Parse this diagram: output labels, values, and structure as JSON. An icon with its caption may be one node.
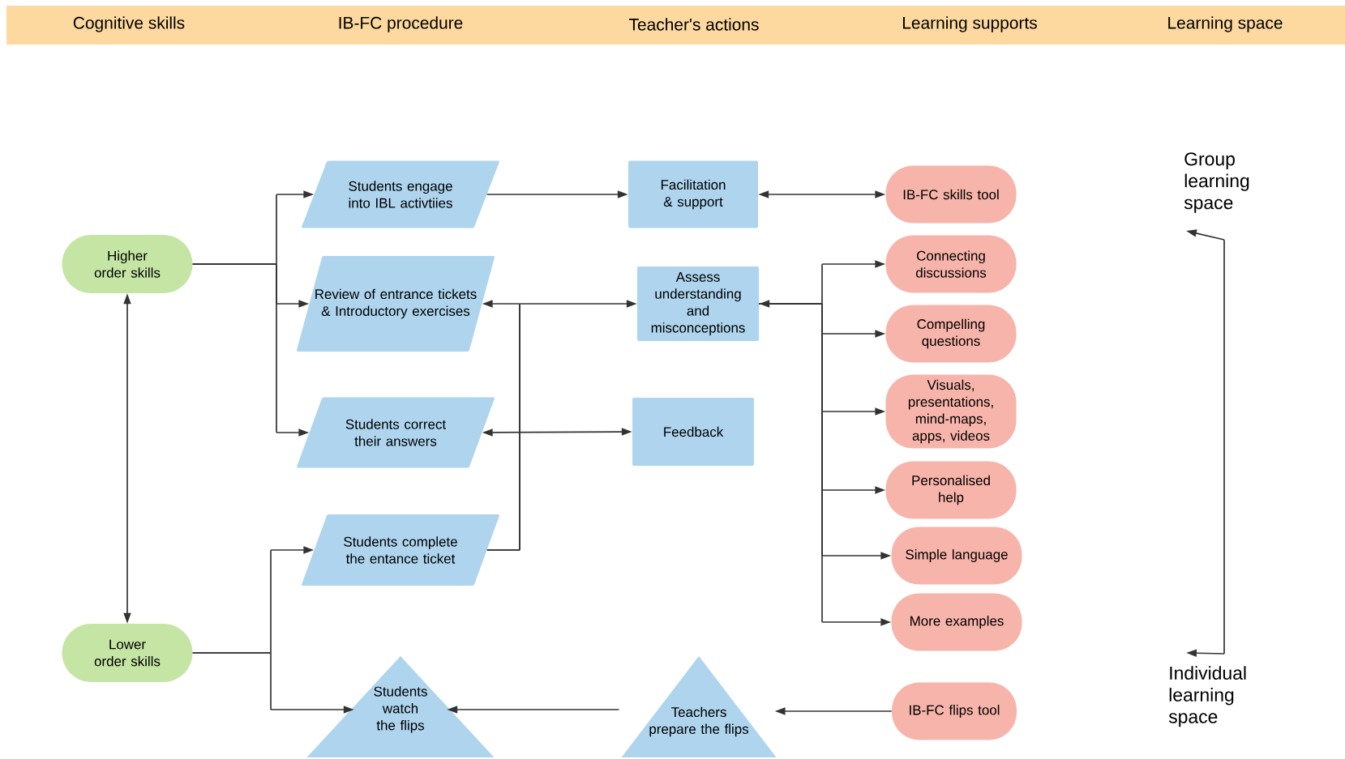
{
  "diagram": {
    "nodes": [
      {
        "text": [
          "Higher order skills"
        ]
      },
      {
        "text": [
          "Lower order skills"
        ]
      },
      {
        "text": [
          "Students engage into IBL activtiies"
        ]
      },
      {
        "text": [
          "Review of entrance tickets & Introductory exercises"
        ]
      },
      {
        "text": [
          "Students correct their answers"
        ]
      },
      {
        "text": [
          "Students complete the entance ticket"
        ]
      },
      {
        "text": [
          "Students watch the flips"
        ]
      },
      {
        "text": [
          "Facilitation & support"
        ]
      },
      {
        "text": [
          "Assess understanding and misconceptions"
        ]
      },
      {
        "text": [
          "Feedback"
        ]
      },
      {
        "text": [
          "Teachers prepare the flips"
        ]
      },
      {
        "text": [
          "IB-FC skills tool"
        ]
      },
      {
        "text": [
          "Connecting discussions"
        ]
      },
      {
        "text": [
          "Compelling questions"
        ]
      },
      {
        "text": [
          "Visuals, presentations, mind-maps, apps, videos"
        ]
      },
      {
        "text": [
          "Personalised help"
        ]
      },
      {
        "text": [
          "Simple language"
        ]
      },
      {
        "text": [
          "More examples"
        ]
      },
      {
        "text": [
          "IB-FC flips tool"
        ]
      },
      {
        "text": [
          "Group learning space"
        ]
      },
      {
        "text": [
          "Individual learning space"
        ]
      }
    ],
    "edges": [
      {
        "from": 0,
        "to": 2,
        "arrow": "to"
      },
      {
        "from": 0,
        "to": 3,
        "arrow": "to"
      },
      {
        "from": 0,
        "to": 4,
        "arrow": "to"
      },
      {
        "from": 0,
        "to": 1,
        "arrow": "both"
      },
      {
        "from": 1,
        "to": 5,
        "arrow": "to"
      },
      {
        "from": 1,
        "to": 6,
        "arrow": "to"
      },
      {
        "from": 2,
        "to": 7,
        "arrow": "to"
      },
      {
        "from": 5,
        "to": 3,
        "arrow": "to"
      },
      {
        "from": 5,
        "to": 8,
        "arrow": "to"
      },
      {
        "from": 4,
        "to": 9,
        "arrow": "both"
      },
      {
        "from": 7,
        "to": 11,
        "arrow": "both"
      },
      {
        "from": 8,
        "to": 12,
        "arrow": "both"
      },
      {
        "from": 8,
        "to": 13,
        "arrow": "to"
      },
      {
        "from": 8,
        "to": 14,
        "arrow": "to"
      },
      {
        "from": 8,
        "to": 15,
        "arrow": "to"
      },
      {
        "from": 8,
        "to": 16,
        "arrow": "to"
      },
      {
        "from": 8,
        "to": 17,
        "arrow": "to"
      },
      {
        "from": 10,
        "to": 6,
        "arrow": "to"
      },
      {
        "from": 18,
        "to": 10,
        "arrow": "to"
      },
      {
        "from": 19,
        "to": 20,
        "arrow": "both"
      }
    ],
    "labels": [
      "Cognitive skills",
      "IB-FC procedure",
      "Teacher's actions",
      "Learning supports",
      "Learning space"
    ]
  }
}
